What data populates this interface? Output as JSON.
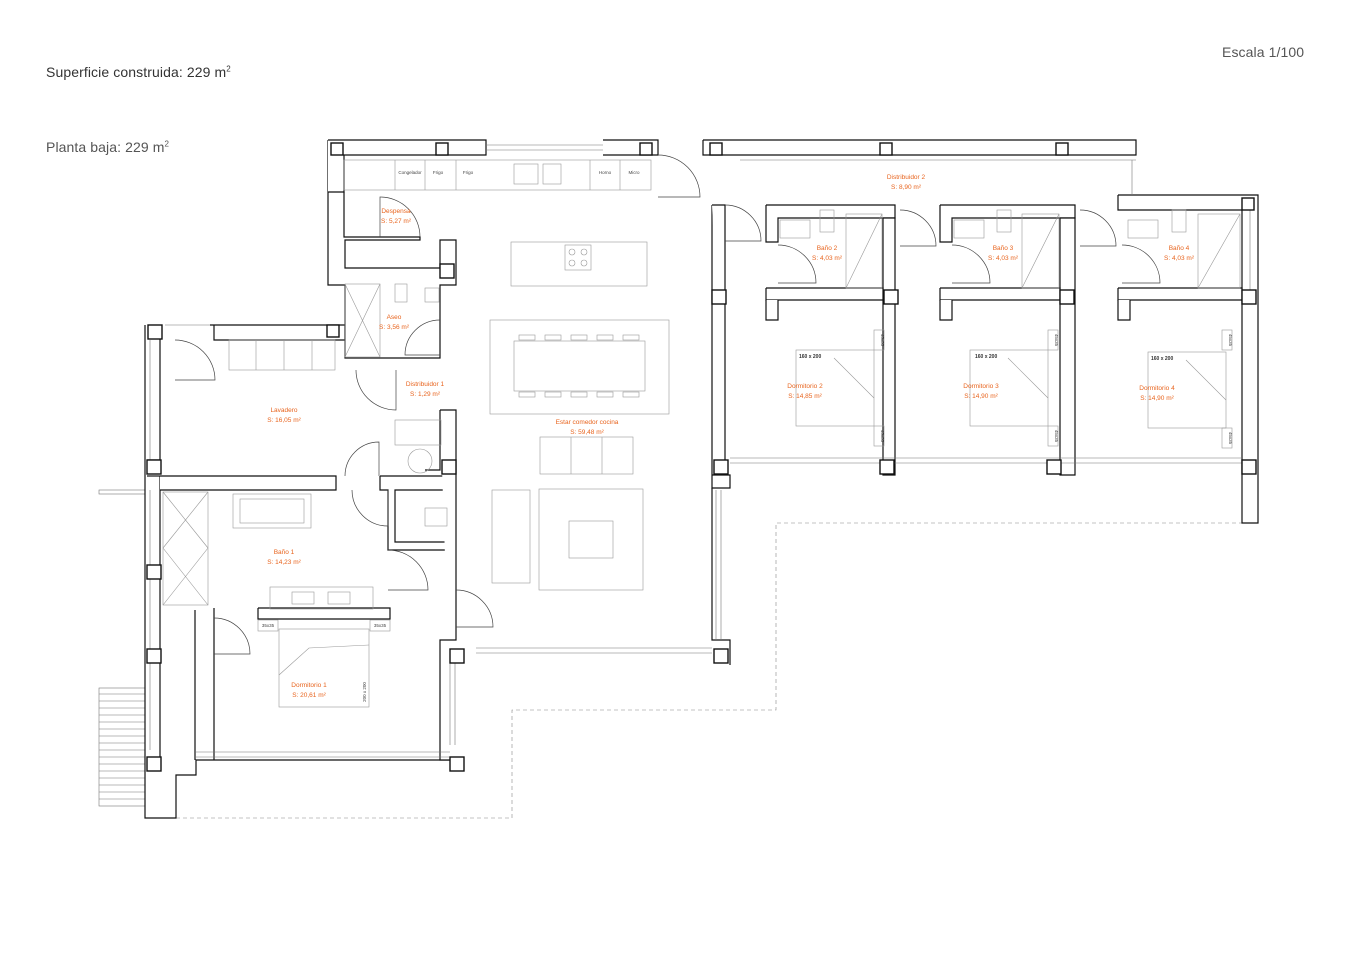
{
  "header": {
    "built_area_label": "Superficie construida: 229 m",
    "ground_floor_label": "Planta baja: 229 m",
    "superscript": "2",
    "scale": "Escala 1/100"
  },
  "rooms": {
    "despensa": {
      "name": "Despensa",
      "area": "S: 5,27 m²"
    },
    "aseo": {
      "name": "Aseo",
      "area": "S: 3,56 m²"
    },
    "dist1": {
      "name": "Distribuidor 1",
      "area": "S: 1,29 m²"
    },
    "lavadero": {
      "name": "Lavadero",
      "area": "S: 16,05 m²"
    },
    "bano1": {
      "name": "Baño 1",
      "area": "S: 14,23 m²"
    },
    "dorm1": {
      "name": "Dormitorio 1",
      "area": "S: 20,61 m²"
    },
    "estar": {
      "name": "Estar comedor cocina",
      "area": "S: 59,48 m²"
    },
    "dist2": {
      "name": "Distribuidor 2",
      "area": "S: 8,90 m²"
    },
    "bano2": {
      "name": "Baño 2",
      "area": "S: 4,03 m²"
    },
    "bano3": {
      "name": "Baño 3",
      "area": "S: 4,03 m²"
    },
    "bano4": {
      "name": "Baño 4",
      "area": "S: 4,03 m²"
    },
    "dorm2": {
      "name": "Dormitorio 2",
      "area": "S: 14,85 m²"
    },
    "dorm3": {
      "name": "Dormitorio 3",
      "area": "S: 14,90 m²"
    },
    "dorm4": {
      "name": "Dormitorio 4",
      "area": "S: 14,90 m²"
    }
  },
  "labels": {
    "kitchen": [
      "Congelador",
      "Frigo",
      "Frigo",
      "Horno",
      "Micro"
    ],
    "bed_160": "160 x 200",
    "bed_200": "200 x 200",
    "nightstand_45": "45x35",
    "nightstand_35": "35x35"
  }
}
